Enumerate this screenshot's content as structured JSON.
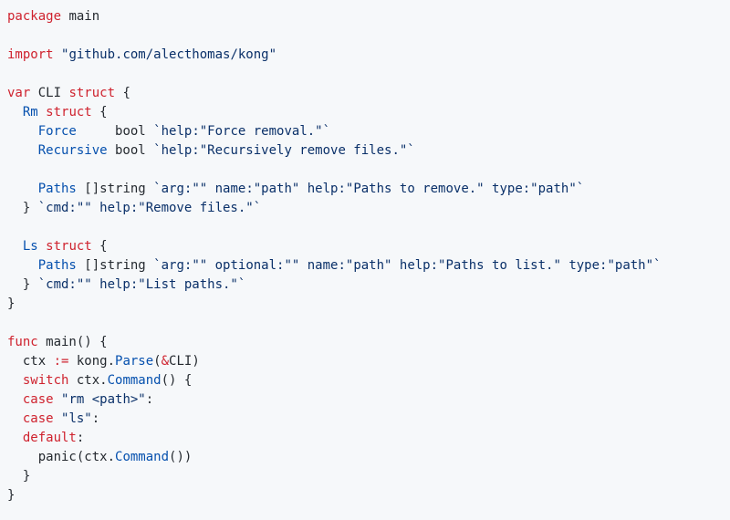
{
  "colors": {
    "background": "#f6f8fa",
    "text": "#24292f",
    "keyword": "#cf222e",
    "string": "#0a3069",
    "entity": "#0550ae"
  },
  "code": {
    "language": "go",
    "lines": [
      [
        {
          "t": "package",
          "k": "kw"
        },
        {
          "t": " main",
          "k": "plain"
        }
      ],
      [],
      [
        {
          "t": "import",
          "k": "kw"
        },
        {
          "t": " ",
          "k": "plain"
        },
        {
          "t": "\"github.com/alecthomas/kong\"",
          "k": "str"
        }
      ],
      [],
      [
        {
          "t": "var",
          "k": "kw"
        },
        {
          "t": " CLI ",
          "k": "plain"
        },
        {
          "t": "struct",
          "k": "kw"
        },
        {
          "t": " {",
          "k": "plain"
        }
      ],
      [
        {
          "t": "  ",
          "k": "plain"
        },
        {
          "t": "Rm",
          "k": "ent"
        },
        {
          "t": " ",
          "k": "plain"
        },
        {
          "t": "struct",
          "k": "kw"
        },
        {
          "t": " {",
          "k": "plain"
        }
      ],
      [
        {
          "t": "    ",
          "k": "plain"
        },
        {
          "t": "Force",
          "k": "ent"
        },
        {
          "t": "     bool ",
          "k": "plain"
        },
        {
          "t": "`help:\"Force removal.\"`",
          "k": "str"
        }
      ],
      [
        {
          "t": "    ",
          "k": "plain"
        },
        {
          "t": "Recursive",
          "k": "ent"
        },
        {
          "t": " bool ",
          "k": "plain"
        },
        {
          "t": "`help:\"Recursively remove files.\"`",
          "k": "str"
        }
      ],
      [],
      [
        {
          "t": "    ",
          "k": "plain"
        },
        {
          "t": "Paths",
          "k": "ent"
        },
        {
          "t": " []string ",
          "k": "plain"
        },
        {
          "t": "`arg:\"\" name:\"path\" help:\"Paths to remove.\" type:\"path\"`",
          "k": "str"
        }
      ],
      [
        {
          "t": "  } ",
          "k": "plain"
        },
        {
          "t": "`cmd:\"\" help:\"Remove files.\"`",
          "k": "str"
        }
      ],
      [],
      [
        {
          "t": "  ",
          "k": "plain"
        },
        {
          "t": "Ls",
          "k": "ent"
        },
        {
          "t": " ",
          "k": "plain"
        },
        {
          "t": "struct",
          "k": "kw"
        },
        {
          "t": " {",
          "k": "plain"
        }
      ],
      [
        {
          "t": "    ",
          "k": "plain"
        },
        {
          "t": "Paths",
          "k": "ent"
        },
        {
          "t": " []string ",
          "k": "plain"
        },
        {
          "t": "`arg:\"\" optional:\"\" name:\"path\" help:\"Paths to list.\" type:\"path\"`",
          "k": "str"
        }
      ],
      [
        {
          "t": "  } ",
          "k": "plain"
        },
        {
          "t": "`cmd:\"\" help:\"List paths.\"`",
          "k": "str"
        }
      ],
      [
        {
          "t": "}",
          "k": "plain"
        }
      ],
      [],
      [
        {
          "t": "func",
          "k": "kw"
        },
        {
          "t": " main() {",
          "k": "plain"
        }
      ],
      [
        {
          "t": "  ctx ",
          "k": "plain"
        },
        {
          "t": ":=",
          "k": "kw"
        },
        {
          "t": " kong.",
          "k": "plain"
        },
        {
          "t": "Parse",
          "k": "ent"
        },
        {
          "t": "(",
          "k": "plain"
        },
        {
          "t": "&",
          "k": "kw"
        },
        {
          "t": "CLI)",
          "k": "plain"
        }
      ],
      [
        {
          "t": "  ",
          "k": "plain"
        },
        {
          "t": "switch",
          "k": "kw"
        },
        {
          "t": " ctx.",
          "k": "plain"
        },
        {
          "t": "Command",
          "k": "ent"
        },
        {
          "t": "() {",
          "k": "plain"
        }
      ],
      [
        {
          "t": "  ",
          "k": "plain"
        },
        {
          "t": "case",
          "k": "kw"
        },
        {
          "t": " ",
          "k": "plain"
        },
        {
          "t": "\"rm <path>\"",
          "k": "str"
        },
        {
          "t": ":",
          "k": "plain"
        }
      ],
      [
        {
          "t": "  ",
          "k": "plain"
        },
        {
          "t": "case",
          "k": "kw"
        },
        {
          "t": " ",
          "k": "plain"
        },
        {
          "t": "\"ls\"",
          "k": "str"
        },
        {
          "t": ":",
          "k": "plain"
        }
      ],
      [
        {
          "t": "  ",
          "k": "plain"
        },
        {
          "t": "default",
          "k": "kw"
        },
        {
          "t": ":",
          "k": "plain"
        }
      ],
      [
        {
          "t": "    panic(ctx.",
          "k": "plain"
        },
        {
          "t": "Command",
          "k": "ent"
        },
        {
          "t": "())",
          "k": "plain"
        }
      ],
      [
        {
          "t": "  }",
          "k": "plain"
        }
      ],
      [
        {
          "t": "}",
          "k": "plain"
        }
      ]
    ]
  }
}
